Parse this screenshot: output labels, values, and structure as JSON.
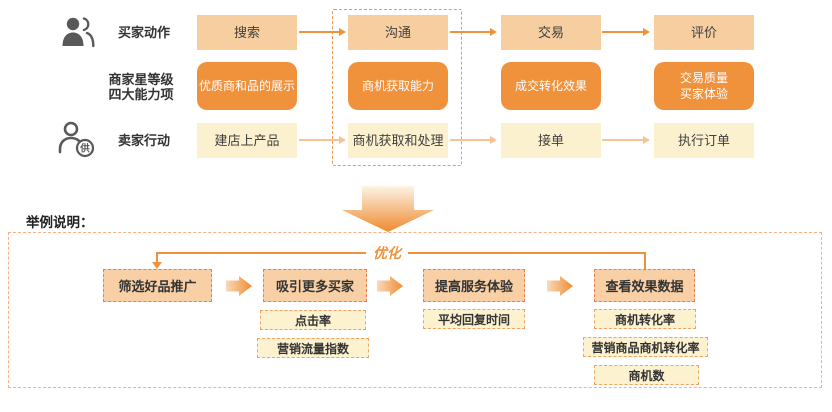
{
  "colors": {
    "accent_orange": "#F0913C",
    "peach_fill": "#F6CE9F",
    "cream_fill": "#FCF1CE",
    "step_fill": "#F9D0A6",
    "step_border": "#EE7C55",
    "metric_border": "#F0A264",
    "panel_border": "#F5B183",
    "light_arrow": "#F5C396",
    "icon_gray": "#595959",
    "text_dark": "#3F3F3F"
  },
  "icons": {
    "buyer": "buyer-person-icon",
    "seller": "seller-person-supply-icon"
  },
  "top": {
    "row_buyer": {
      "label": "买家动作",
      "cells": [
        "搜索",
        "沟通",
        "交易",
        "评价"
      ]
    },
    "row_capability": {
      "label": "商家星等级\n四大能力项",
      "cells": [
        "优质商和品的展示",
        "商机获取能力",
        "成交转化效果",
        "交易质量\n买家体验"
      ]
    },
    "row_seller": {
      "label": "卖家行动",
      "cells": [
        "建店上产品",
        "商机获取和处理",
        "接单",
        "执行订单"
      ],
      "badge": "供"
    }
  },
  "example": {
    "section_label": "举例说明：",
    "optimize_label": "优化",
    "steps": [
      "筛选好品推广",
      "吸引更多买家",
      "提高服务体验",
      "查看效果数据"
    ],
    "metrics_step2": [
      "点击率",
      "营销流量指数"
    ],
    "metrics_step3": [
      "平均回复时间"
    ],
    "metrics_step4": [
      "商机转化率",
      "营销商品商机转化率",
      "商机数"
    ]
  }
}
